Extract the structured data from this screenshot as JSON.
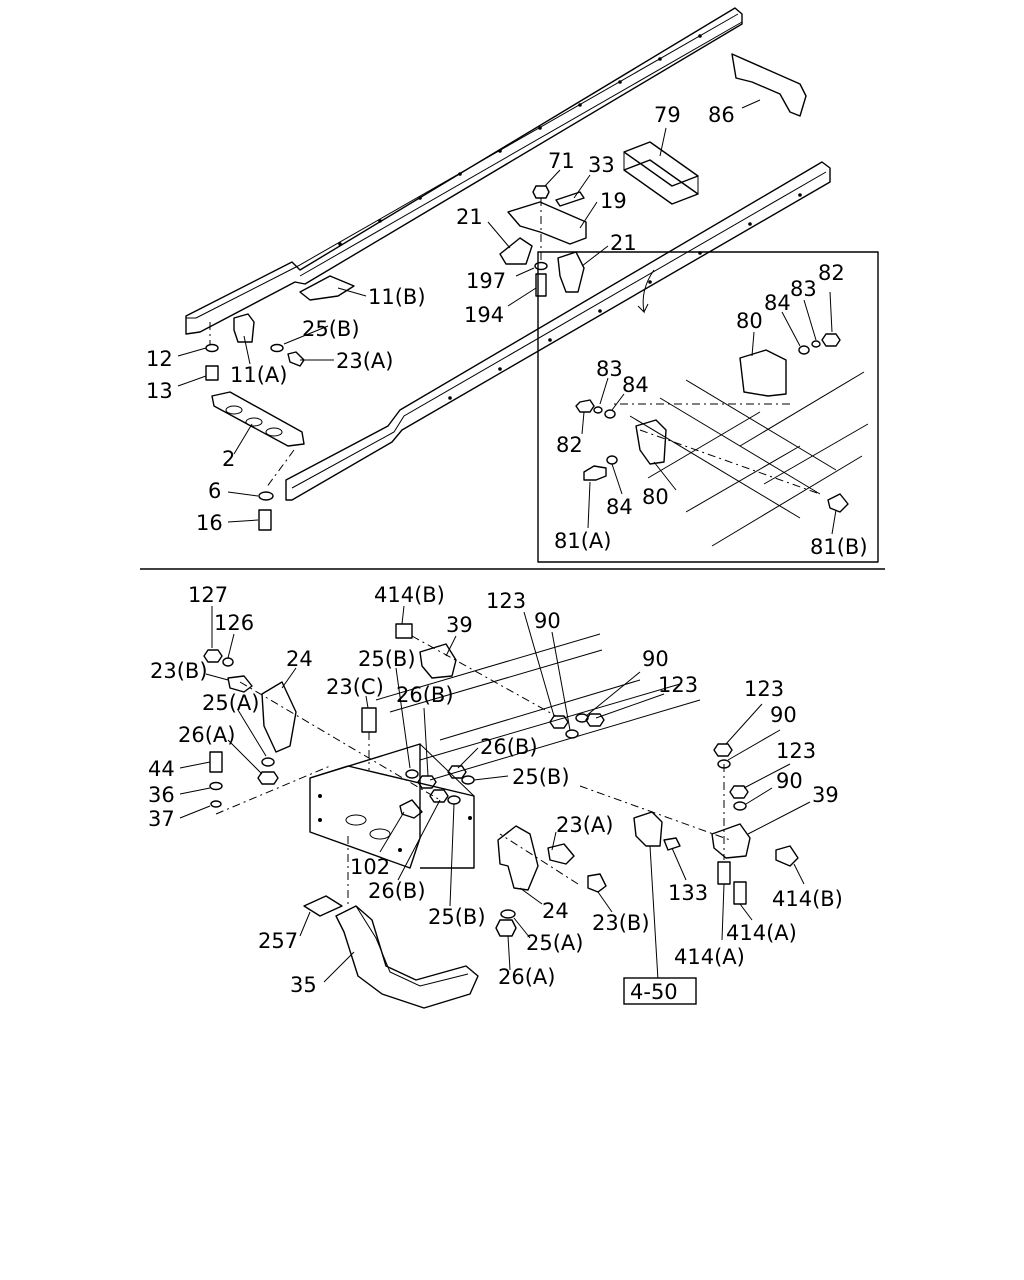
{
  "labels": {
    "l86": "86",
    "l79": "79",
    "l71": "71",
    "l33": "33",
    "l19": "19",
    "l21a": "21",
    "l21b": "21",
    "l197": "197",
    "l194": "194",
    "l11b": "11(B)",
    "l25b_top": "25(B)",
    "l23a_top": "23(A)",
    "l12": "12",
    "l13": "13",
    "l11a": "11(A)",
    "l2": "2",
    "l6": "6",
    "l16": "16",
    "i82a": "82",
    "i83a": "83",
    "i84a": "84",
    "i80a": "80",
    "i83b": "83",
    "i84b": "84",
    "i82b": "82",
    "i84c": "84",
    "i80b": "80",
    "i81a": "81(A)",
    "i81b": "81(B)",
    "b127": "127",
    "b126": "126",
    "b414b_1": "414(B)",
    "b39_1": "39",
    "b123_1": "123",
    "b90_1": "90",
    "b90_2": "90",
    "b123_2": "123",
    "b24_1": "24",
    "b23b_1": "23(B)",
    "b25b_1": "25(B)",
    "b23c": "23(C)",
    "b25a_1": "25(A)",
    "b26b_1": "26(B)",
    "b26a_1": "26(A)",
    "b26b_2": "26(B)",
    "b25b_2": "25(B)",
    "b44": "44",
    "b36": "36",
    "b37": "37",
    "b123_3": "123",
    "b90_3": "90",
    "b123_4": "123",
    "b90_4": "90",
    "b39_2": "39",
    "b23a_b": "23(A)",
    "b102": "102",
    "b26b_3": "26(B)",
    "b133": "133",
    "b414b_2": "414(B)",
    "b414a_1": "414(A)",
    "b414a_2": "414(A)",
    "b25b_3": "25(B)",
    "b24_2": "24",
    "b23b_2": "23(B)",
    "b257": "257",
    "b25a_2": "25(A)",
    "b35": "35",
    "b26a_2": "26(A)",
    "ref_box": "4-50"
  }
}
